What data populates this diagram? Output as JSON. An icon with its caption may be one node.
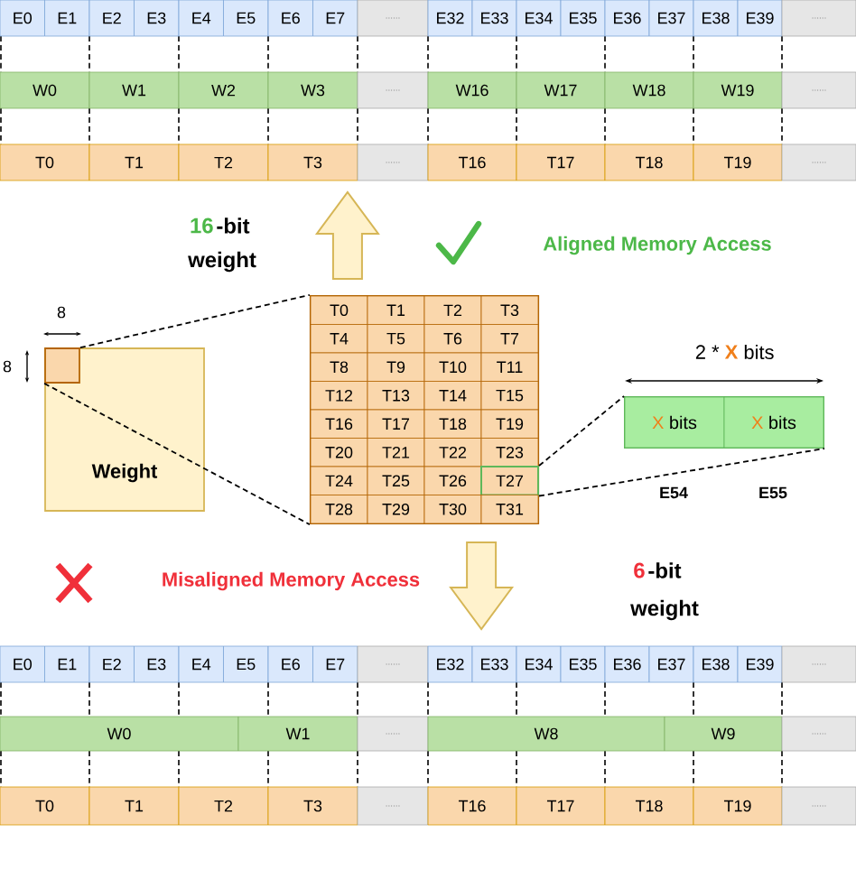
{
  "diagram": {
    "nodes": [
      {
        "text": [
          "E0"
        ]
      },
      {
        "text": [
          "E1"
        ]
      },
      {
        "text": [
          "E2"
        ]
      },
      {
        "text": [
          "E3"
        ]
      },
      {
        "text": [
          "E4"
        ]
      },
      {
        "text": [
          "E5"
        ]
      },
      {
        "text": [
          "E6"
        ]
      },
      {
        "text": [
          "E7"
        ]
      },
      {
        "text": [
          "......"
        ]
      },
      {
        "text": [
          "E32"
        ]
      },
      {
        "text": [
          "E33"
        ]
      },
      {
        "text": [
          "E34"
        ]
      },
      {
        "text": [
          "E35"
        ]
      },
      {
        "text": [
          "E36"
        ]
      },
      {
        "text": [
          "E37"
        ]
      },
      {
        "text": [
          "E38"
        ]
      },
      {
        "text": [
          "E39"
        ]
      },
      {
        "text": [
          "......"
        ]
      },
      {
        "text": [
          "W0"
        ]
      },
      {
        "text": [
          "W1"
        ]
      },
      {
        "text": [
          "W2"
        ]
      },
      {
        "text": [
          "W3"
        ]
      },
      {
        "text": [
          "......"
        ]
      },
      {
        "text": [
          "W16"
        ]
      },
      {
        "text": [
          "W17"
        ]
      },
      {
        "text": [
          "W18"
        ]
      },
      {
        "text": [
          "W19"
        ]
      },
      {
        "text": [
          "......"
        ]
      },
      {
        "text": [
          "T0"
        ]
      },
      {
        "text": [
          "T1"
        ]
      },
      {
        "text": [
          "T2"
        ]
      },
      {
        "text": [
          "T3"
        ]
      },
      {
        "text": [
          "......"
        ]
      },
      {
        "text": [
          "T16"
        ]
      },
      {
        "text": [
          "T17"
        ]
      },
      {
        "text": [
          "T18"
        ]
      },
      {
        "text": [
          "T19"
        ]
      },
      {
        "text": [
          "......"
        ]
      },
      {
        "text": [
          "Weight"
        ]
      },
      {
        "text": [],
        "shape": "box",
        "in": 38
      },
      {
        "text": [],
        "shape": "box"
      },
      {
        "text": [
          "T0"
        ],
        "in": 40
      },
      {
        "text": [
          "T1"
        ],
        "in": 40
      },
      {
        "text": [
          "T2"
        ],
        "in": 40
      },
      {
        "text": [
          "T3"
        ],
        "in": 40
      },
      {
        "text": [
          "T4"
        ],
        "in": 40
      },
      {
        "text": [
          "T5"
        ],
        "in": 40
      },
      {
        "text": [
          "T6"
        ],
        "in": 40
      },
      {
        "text": [
          "T7"
        ],
        "in": 40
      },
      {
        "text": [
          "T8"
        ],
        "in": 40
      },
      {
        "text": [
          "T9"
        ],
        "in": 40
      },
      {
        "text": [
          "T10"
        ],
        "in": 40
      },
      {
        "text": [
          "T11"
        ],
        "in": 40
      },
      {
        "text": [
          "T12"
        ],
        "in": 40
      },
      {
        "text": [
          "T13"
        ],
        "in": 40
      },
      {
        "text": [
          "T14"
        ],
        "in": 40
      },
      {
        "text": [
          "T15"
        ],
        "in": 40
      },
      {
        "text": [
          "T16"
        ],
        "in": 40
      },
      {
        "text": [
          "T17"
        ],
        "in": 40
      },
      {
        "text": [
          "T18"
        ],
        "in": 40
      },
      {
        "text": [
          "T19"
        ],
        "in": 40
      },
      {
        "text": [
          "T20"
        ],
        "in": 40
      },
      {
        "text": [
          "T21"
        ],
        "in": 40
      },
      {
        "text": [
          "T22"
        ],
        "in": 40
      },
      {
        "text": [
          "T23"
        ],
        "in": 40
      },
      {
        "text": [
          "T24"
        ],
        "in": 40
      },
      {
        "text": [
          "T25"
        ],
        "in": 40
      },
      {
        "text": [
          "T26"
        ],
        "in": 40
      },
      {
        "text": [
          "T27"
        ],
        "in": 40
      },
      {
        "text": [
          "T28"
        ],
        "in": 40
      },
      {
        "text": [
          "T29"
        ],
        "in": 40
      },
      {
        "text": [
          "T30"
        ],
        "in": 40
      },
      {
        "text": [
          "T31"
        ],
        "in": 40
      },
      {
        "text": [],
        "shape": "box"
      },
      {
        "text": [
          "X",
          "bits"
        ],
        "in": 73
      },
      {
        "text": [
          "X",
          "bits"
        ],
        "in": 73
      },
      {
        "text": [
          "E0"
        ]
      },
      {
        "text": [
          "E1"
        ]
      },
      {
        "text": [
          "E2"
        ]
      },
      {
        "text": [
          "E3"
        ]
      },
      {
        "text": [
          "E4"
        ]
      },
      {
        "text": [
          "E5"
        ]
      },
      {
        "text": [
          "E6"
        ]
      },
      {
        "text": [
          "E7"
        ]
      },
      {
        "text": [
          "......"
        ]
      },
      {
        "text": [
          "E32"
        ]
      },
      {
        "text": [
          "E33"
        ]
      },
      {
        "text": [
          "E34"
        ]
      },
      {
        "text": [
          "E35"
        ]
      },
      {
        "text": [
          "E36"
        ]
      },
      {
        "text": [
          "E37"
        ]
      },
      {
        "text": [
          "E38"
        ]
      },
      {
        "text": [
          "E39"
        ]
      },
      {
        "text": [
          "......"
        ]
      },
      {
        "text": [
          "W0"
        ]
      },
      {
        "text": [
          "W1"
        ]
      },
      {
        "text": [
          "......"
        ]
      },
      {
        "text": [
          "W8"
        ]
      },
      {
        "text": [
          "W9"
        ]
      },
      {
        "text": [
          "......"
        ]
      },
      {
        "text": [
          "T0"
        ]
      },
      {
        "text": [
          "T1"
        ]
      },
      {
        "text": [
          "T2"
        ]
      },
      {
        "text": [
          "T3"
        ]
      },
      {
        "text": [
          "......"
        ]
      },
      {
        "text": [
          "T16"
        ]
      },
      {
        "text": [
          "T17"
        ]
      },
      {
        "text": [
          "T18"
        ]
      },
      {
        "text": [
          "T19"
        ]
      },
      {
        "text": [
          "......"
        ]
      }
    ],
    "edges": [
      {
        "from": 39,
        "to": 40,
        "arrow": "none",
        "style": "dashed"
      },
      {
        "from": 39,
        "to": 40,
        "arrow": "none",
        "style": "dashed"
      },
      {
        "from": 68,
        "to": 73,
        "arrow": "none",
        "style": "dashed"
      },
      {
        "from": 68,
        "to": 73,
        "arrow": "none",
        "style": "dashed"
      },
      {
        "from": 40,
        "to": null,
        "arrow": "to",
        "style": "thick"
      },
      {
        "from": 40,
        "to": null,
        "arrow": "to",
        "style": "thick"
      }
    ],
    "labels": [
      "16",
      "-bit",
      "weight",
      "Aligned Memory Access",
      "8",
      "8",
      "2 *",
      "X",
      "bits",
      "E54",
      "E55",
      "Misaligned Memory Access",
      "6",
      "-bit",
      "weight"
    ]
  }
}
